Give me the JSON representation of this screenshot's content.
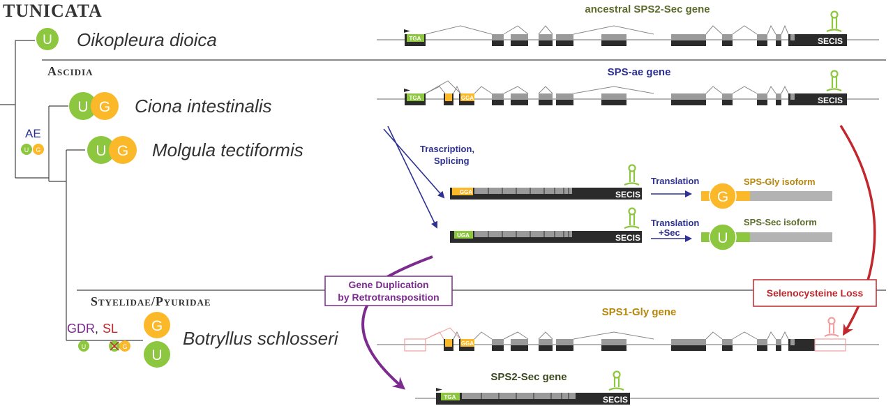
{
  "clades": {
    "tunicata": "Tunicata",
    "ascidia": "Ascidia",
    "styelidae": "Styelidae/Pyuridae"
  },
  "species": {
    "oikopleura": "Oikopleura dioica",
    "ciona": "Ciona intestinalis",
    "molgula": "Molgula tectiformis",
    "botryllus": "Botryllus schlosseri"
  },
  "events": {
    "ae": "AE",
    "gdr": "GDR",
    "gdr_sep": ",",
    "sl": "SL"
  },
  "circle_letters": {
    "u": "U",
    "g": "G"
  },
  "genes": {
    "ancestral": "ancestral SPS2-Sec gene",
    "sps_ae": "SPS-ae gene",
    "sps1_gly": "SPS1-Gly gene",
    "sps2_sec": "SPS2-Sec gene"
  },
  "codons": {
    "tga": "TGA",
    "gga": "GGA",
    "uga": "UGA"
  },
  "secis": "SECIS",
  "process": {
    "transcription_line1": "Trascription,",
    "transcription_line2": "Splicing",
    "translation": "Translation",
    "translation_sec_line1": "Translation",
    "translation_sec_line2": "+Sec",
    "retro_line1": "Gene Duplication",
    "retro_line2": "by Retrotransposition",
    "selenocysteine_loss": "Selenocysteine Loss"
  },
  "isoforms": {
    "gly": "SPS-Gly isoform",
    "sec": "SPS-Sec isoform"
  },
  "colors": {
    "u_green": "#8dc63f",
    "g_orange": "#fbb829",
    "gene_dark": "#2b2b2b",
    "exon_gray": "#9a9a9a",
    "navy": "#2e3192",
    "purple": "#7b2c8e",
    "red": "#c1272d",
    "olive": "#5a6b2a",
    "gold_text": "#b8860b",
    "lost_pink": "#f0a0a0"
  }
}
